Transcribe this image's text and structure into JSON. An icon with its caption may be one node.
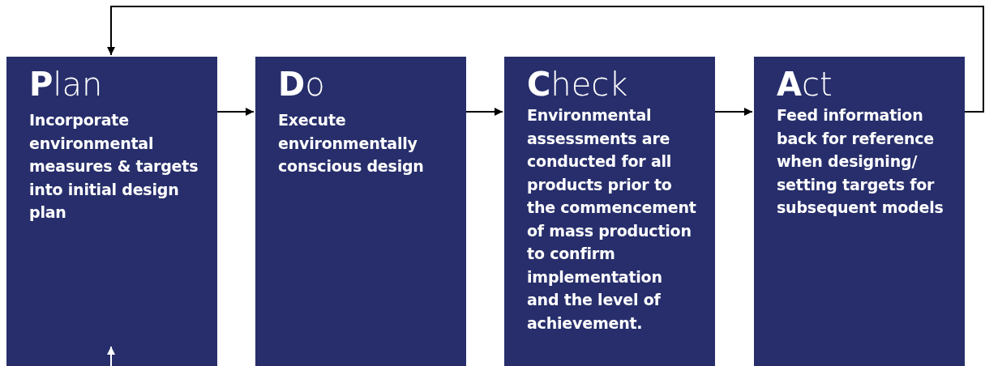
{
  "diagram": {
    "nodes": [
      {
        "text": [
          "**P**lan",
          "Incorporate environmental measures & targets into initial design plan"
        ]
      },
      {
        "text": [
          "**D**o",
          "Execute environmentally conscious design"
        ]
      },
      {
        "text": [
          "**C**heck",
          "Environmental assessments are conducted for all products prior to the commencement of mass production to confirm implementation and the level of achievement."
        ]
      },
      {
        "text": [
          "**A**ct",
          "Feed information back for reference when designing/ setting targets for subsequent models"
        ]
      }
    ],
    "edges": [
      {
        "from": 0,
        "to": 1,
        "arrow": "to"
      },
      {
        "from": 1,
        "to": 2,
        "arrow": "to"
      },
      {
        "from": 2,
        "to": 3,
        "arrow": "to"
      },
      {
        "from": 3,
        "to": 0,
        "arrow": "to"
      },
      {
        "from": null,
        "to": 0,
        "arrow": "to",
        "color": "#ffffff"
      }
    ]
  }
}
